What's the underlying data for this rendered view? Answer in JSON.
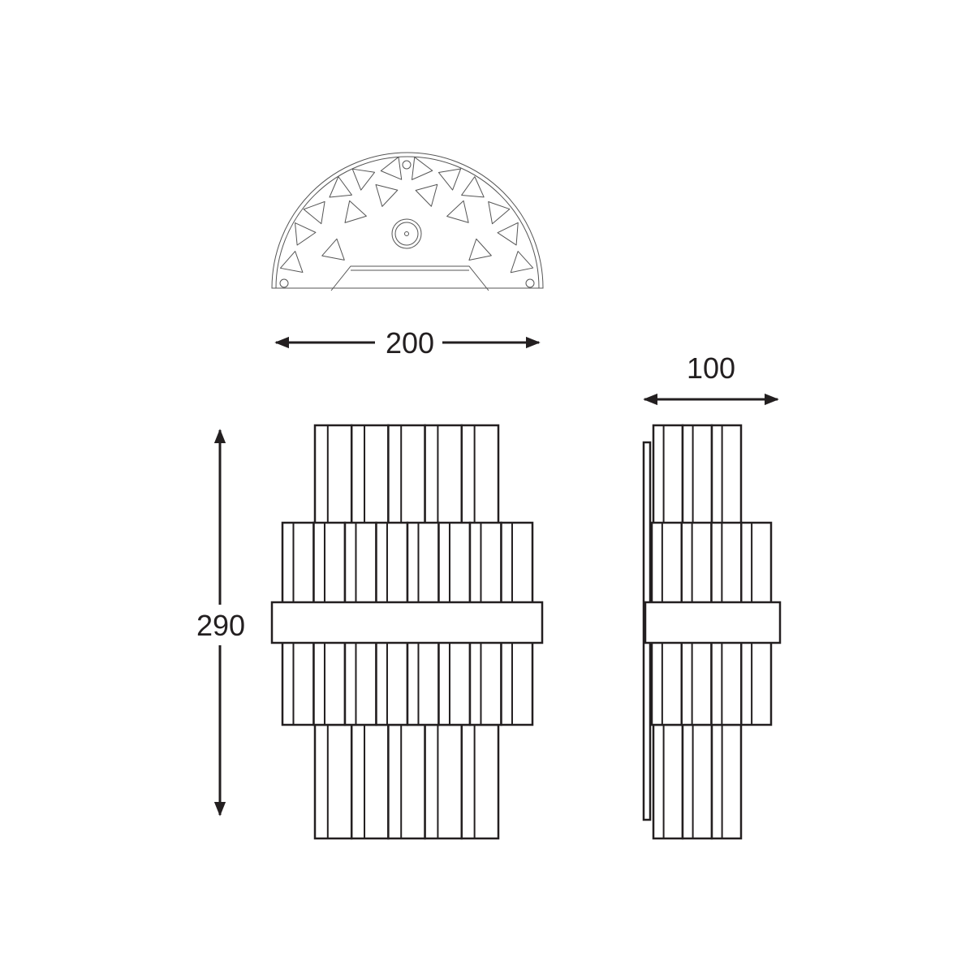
{
  "dimensions": {
    "width": "200",
    "depth": "100",
    "height": "290"
  },
  "colors": {
    "line": "#231f20",
    "light_line": "#555555",
    "background": "#ffffff"
  }
}
